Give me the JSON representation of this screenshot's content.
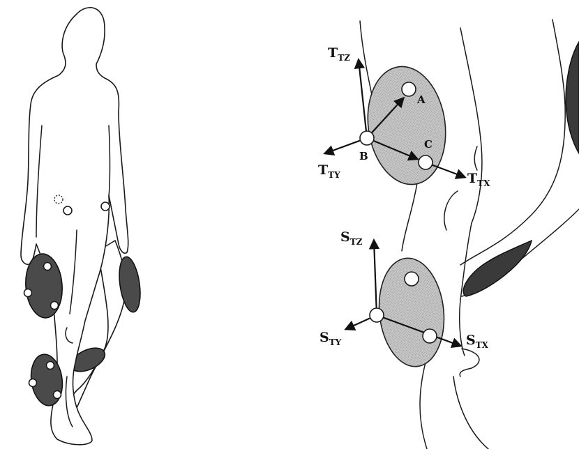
{
  "colors": {
    "line": "#1a1a1a",
    "plate_left": "#4a4a4a",
    "plate_right": "#bdbdbd",
    "background": "#ffffff"
  },
  "axis_labels": {
    "thigh": {
      "z": {
        "main": "T",
        "sub": "TZ"
      },
      "y": {
        "main": "T",
        "sub": "TY"
      },
      "x": {
        "main": "T",
        "sub": "TX"
      }
    },
    "shank": {
      "z": {
        "main": "S",
        "sub": "TZ"
      },
      "y": {
        "main": "S",
        "sub": "TY"
      },
      "x": {
        "main": "S",
        "sub": "TX"
      }
    }
  },
  "point_labels": {
    "a": "A",
    "b": "B",
    "c": "C"
  }
}
